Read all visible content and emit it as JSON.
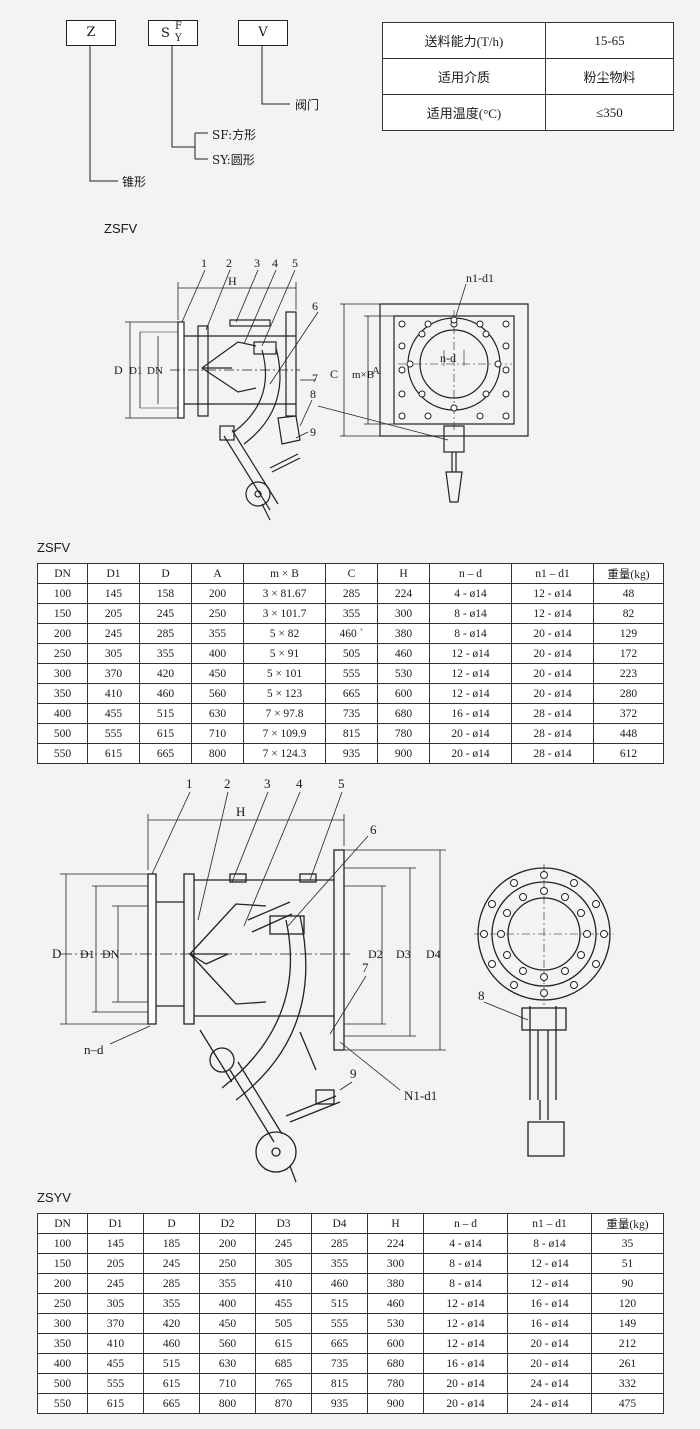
{
  "model_code": {
    "z": "Z",
    "s_main": "S",
    "s_sup": "F",
    "s_sub": "Y",
    "v": "V",
    "valve": "阀门",
    "sf": "SF:方形",
    "sy": "SY:圆形",
    "cone": "锥形"
  },
  "specs": [
    {
      "label": "送料能力(T/h)",
      "value": "15-65"
    },
    {
      "label": "适用介质",
      "value": "粉尘物料"
    },
    {
      "label": "适用温度(°C)",
      "value": "≤350"
    }
  ],
  "drawing1": {
    "title": "ZSFV",
    "labels": {
      "n1": "1",
      "n2": "2",
      "n3": "3",
      "n4": "4",
      "n5": "5",
      "n6": "6",
      "n7": "7",
      "n8": "8",
      "n9": "9",
      "H": "H",
      "D": "D",
      "D1": "D1",
      "DN": "DN",
      "C": "C",
      "mxB": "m×B",
      "A": "A",
      "n1d1": "n1-d1",
      "nd": "n-d"
    }
  },
  "table1": {
    "title": "ZSFV",
    "headers": [
      "DN",
      "D1",
      "D",
      "A",
      "m × B",
      "C",
      "H",
      "n – d",
      "n1 – d1",
      "重量(kg)"
    ],
    "rows": [
      [
        "100",
        "145",
        "158",
        "200",
        "3 × 81.67",
        "285",
        "224",
        "4 - ø14",
        "12 - ø14",
        "48"
      ],
      [
        "150",
        "205",
        "245",
        "250",
        "3 × 101.7",
        "355",
        "300",
        "8 - ø14",
        "12 - ø14",
        "82"
      ],
      [
        "200",
        "245",
        "285",
        "355",
        "5 × 82",
        "460 `",
        "380",
        "8 - ø14",
        "20 - ø14",
        "129"
      ],
      [
        "250",
        "305",
        "355",
        "400",
        "5 × 91",
        "505",
        "460",
        "12 - ø14",
        "20 - ø14",
        "172"
      ],
      [
        "300",
        "370",
        "420",
        "450",
        "5 × 101",
        "555",
        "530",
        "12 - ø14",
        "20 - ø14",
        "223"
      ],
      [
        "350",
        "410",
        "460",
        "560",
        "5 × 123",
        "665",
        "600",
        "12 - ø14",
        "20 - ø14",
        "280"
      ],
      [
        "400",
        "455",
        "515",
        "630",
        "7 × 97.8",
        "735",
        "680",
        "16 - ø14",
        "28 - ø14",
        "372"
      ],
      [
        "500",
        "555",
        "615",
        "710",
        "7 × 109.9",
        "815",
        "780",
        "20 - ø14",
        "28 - ø14",
        "448"
      ],
      [
        "550",
        "615",
        "665",
        "800",
        "7 × 124.3",
        "935",
        "900",
        "20 - ø14",
        "28 - ø14",
        "612"
      ]
    ]
  },
  "drawing2": {
    "labels": {
      "n1": "1",
      "n2": "2",
      "n3": "3",
      "n4": "4",
      "n5": "5",
      "n6": "6",
      "n7": "7",
      "n8": "8",
      "n9": "9",
      "H": "H",
      "D": "D",
      "D1": "D1",
      "DN": "DN",
      "D2": "D2",
      "D3": "D3",
      "D4": "D4",
      "nd": "n–d",
      "N1d1": "N1-d1"
    }
  },
  "table2": {
    "title": "ZSYV",
    "headers": [
      "DN",
      "D1",
      "D",
      "D2",
      "D3",
      "D4",
      "H",
      "n – d",
      "n1 – d1",
      "重量(kg)"
    ],
    "rows": [
      [
        "100",
        "145",
        "185",
        "200",
        "245",
        "285",
        "224",
        "4 - ø14",
        "8 - ø14",
        "35"
      ],
      [
        "150",
        "205",
        "245",
        "250",
        "305",
        "355",
        "300",
        "8 - ø14",
        "12 - ø14",
        "51"
      ],
      [
        "200",
        "245",
        "285",
        "355",
        "410",
        "460",
        "380",
        "8 - ø14",
        "12 - ø14",
        "90"
      ],
      [
        "250",
        "305",
        "355",
        "400",
        "455",
        "515",
        "460",
        "12 - ø14",
        "16 - ø14",
        "120"
      ],
      [
        "300",
        "370",
        "420",
        "450",
        "505",
        "555",
        "530",
        "12 - ø14",
        "16 - ø14",
        "149"
      ],
      [
        "350",
        "410",
        "460",
        "560",
        "615",
        "665",
        "600",
        "12 - ø14",
        "20 - ø14",
        "212"
      ],
      [
        "400",
        "455",
        "515",
        "630",
        "685",
        "735",
        "680",
        "16 - ø14",
        "20 - ø14",
        "261"
      ],
      [
        "500",
        "555",
        "615",
        "710",
        "765",
        "815",
        "780",
        "20 - ø14",
        "24 - ø14",
        "332"
      ],
      [
        "550",
        "615",
        "665",
        "800",
        "870",
        "935",
        "900",
        "20 - ø14",
        "24 - ø14",
        "475"
      ]
    ]
  }
}
